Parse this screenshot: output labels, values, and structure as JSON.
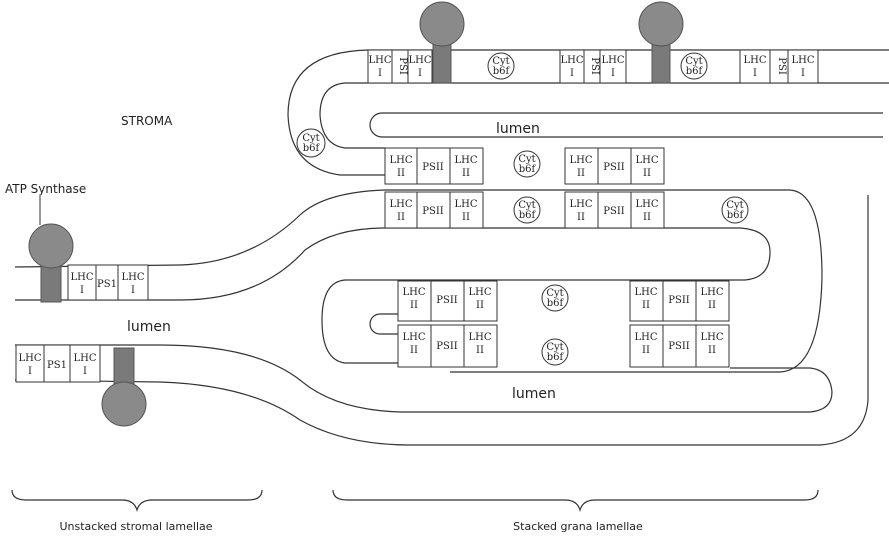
{
  "labels": {
    "stroma": "STROMA",
    "atp_synthase": "ATP Synthase",
    "lumen_top": "lumen",
    "lumen_left": "lumen",
    "lumen_bottom": "lumen",
    "unstacked": "Unstacked stromal lamellae",
    "stacked": "Stacked grana lamellae"
  },
  "complexes": {
    "lhc": "LHC",
    "roman_1": "I",
    "roman_2": "II",
    "ps1_stromal": "PS1",
    "psi_vertical": "PSI",
    "psii": "PSII",
    "cyt": "Cyt",
    "b6f": "b6f"
  },
  "colors": {
    "line": "#333333",
    "atp_synthase_fill": "#8a8a8a",
    "background": "#ffffff"
  }
}
